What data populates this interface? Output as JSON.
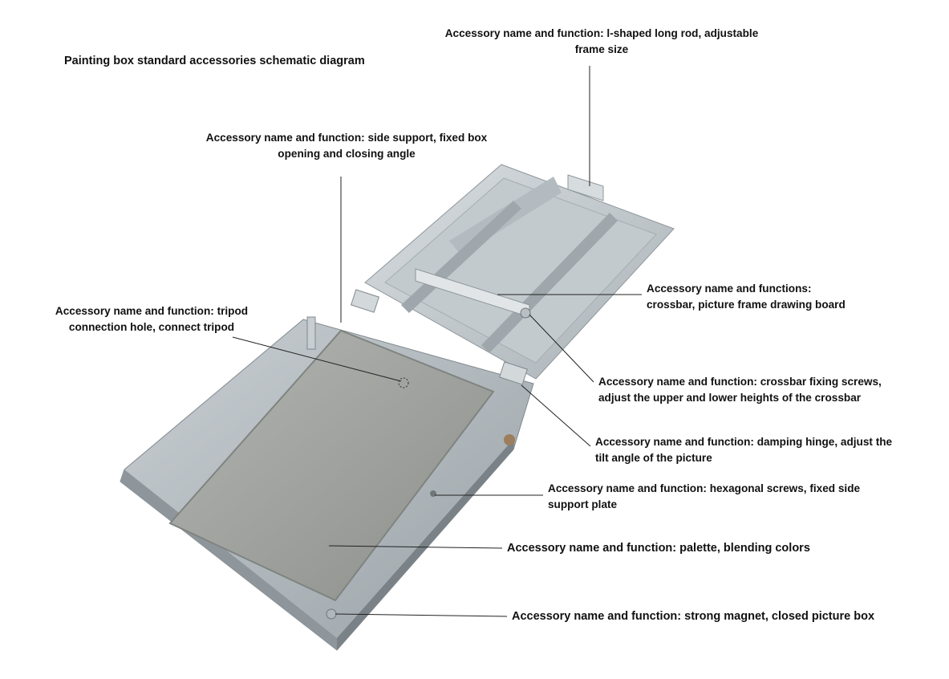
{
  "title": "Painting box standard accessories schematic diagram",
  "callouts": {
    "l_rod": [
      "Accessory name and function: l-shaped long rod, adjustable",
      "frame size"
    ],
    "side_support": [
      "Accessory name and function: side support, fixed box",
      "opening and closing angle"
    ],
    "tripod": [
      "Accessory name and function: tripod",
      "connection hole, connect tripod"
    ],
    "crossbar": [
      "Accessory name and functions:",
      "crossbar, picture frame drawing board"
    ],
    "crossbar_screws": [
      "Accessory name and function: crossbar fixing screws,",
      "adjust the upper and lower heights of the crossbar"
    ],
    "damping_hinge": [
      "Accessory name and function: damping hinge, adjust the",
      "tilt angle of the picture"
    ],
    "hex_screws": [
      "Accessory name and function: hexagonal screws, fixed side",
      "support plate"
    ],
    "palette": [
      "Accessory name and function: palette, blending colors"
    ],
    "magnet": [
      "Accessory name and function: strong magnet, closed picture box"
    ]
  },
  "colors": {
    "metal": "#c4cbd0",
    "metal_dark": "#8e979c",
    "tray": "#9fa2a0",
    "leader": "#222222"
  }
}
